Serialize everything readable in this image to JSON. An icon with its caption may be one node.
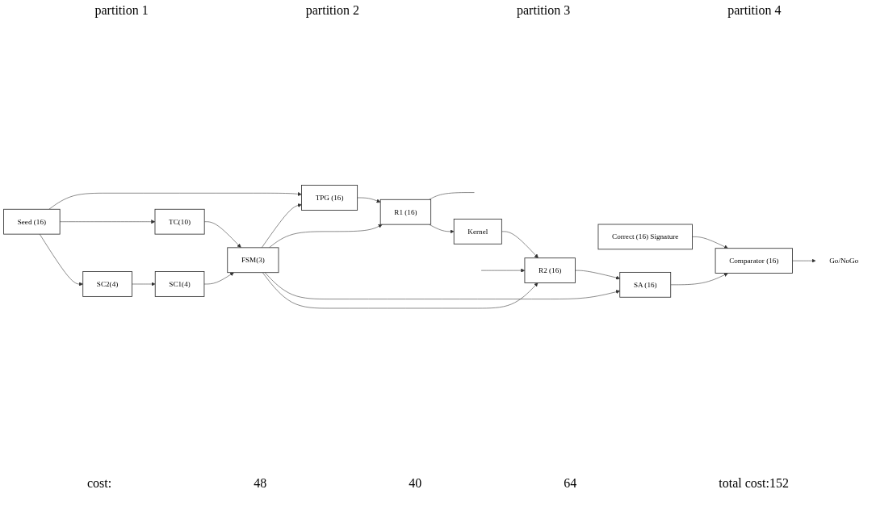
{
  "diagram": {
    "nodes": [
      {
        "text": [
          "Seed (16)"
        ]
      },
      {
        "text": [
          "TPG (16)"
        ]
      },
      {
        "text": [
          "R1 (16)"
        ]
      },
      {
        "text": [
          "TC(10)"
        ]
      },
      {
        "text": [
          "Correct (16) Signature"
        ]
      },
      {
        "text": [
          "FSM(3)"
        ]
      },
      {
        "text": [
          "Kernel"
        ]
      },
      {
        "text": [
          "SC1(4)"
        ]
      },
      {
        "text": [
          "SC2(4)"
        ]
      },
      {
        "text": [
          "Go/NoGo"
        ]
      },
      {
        "text": [
          "Comparator (16)"
        ]
      },
      {
        "text": [
          "SA (16)"
        ]
      },
      {
        "text": [
          "R2 (16)"
        ]
      }
    ],
    "edges": [
      {
        "from": 0,
        "to": 1,
        "arrow": "to"
      },
      {
        "from": 0,
        "to": 3,
        "arrow": "to"
      },
      {
        "from": 0,
        "to": 8,
        "arrow": "to"
      },
      {
        "from": 1,
        "to": 2,
        "arrow": "to"
      },
      {
        "from": 2,
        "to": null,
        "arrow": "none"
      },
      {
        "from": 2,
        "to": 6,
        "arrow": "to"
      },
      {
        "from": 3,
        "to": 5,
        "arrow": "to"
      },
      {
        "from": 5,
        "to": 1,
        "arrow": "to"
      },
      {
        "from": 5,
        "to": 2,
        "arrow": "to"
      },
      {
        "from": 5,
        "to": 11,
        "arrow": "to"
      },
      {
        "from": 5,
        "to": 12,
        "arrow": "to"
      },
      {
        "from": 7,
        "to": 5,
        "arrow": "to"
      },
      {
        "from": 8,
        "to": 7,
        "arrow": "to"
      },
      {
        "from": 6,
        "to": 12,
        "arrow": "to"
      },
      {
        "from": null,
        "to": 12,
        "arrow": "to"
      },
      {
        "from": 12,
        "to": 11,
        "arrow": "to"
      },
      {
        "from": 11,
        "to": 10,
        "arrow": "to"
      },
      {
        "from": 4,
        "to": 10,
        "arrow": "to"
      },
      {
        "from": 10,
        "to": 9,
        "arrow": "to"
      }
    ],
    "labels": [
      "partition 1",
      "partition 2",
      "partition 3",
      "partition 4",
      "cost:",
      "48",
      "40",
      "64",
      "total cost:152"
    ]
  }
}
